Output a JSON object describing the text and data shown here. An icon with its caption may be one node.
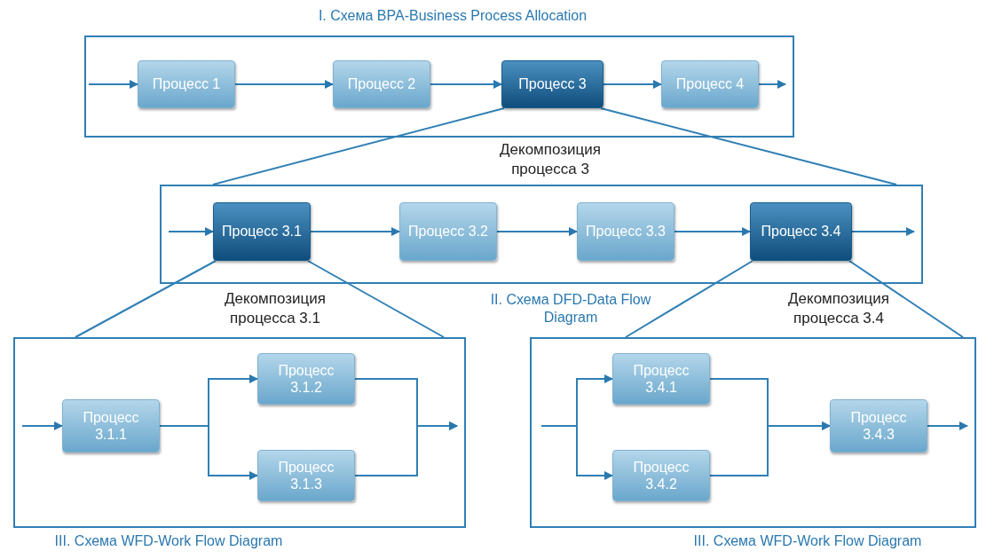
{
  "diagram": {
    "nodes": [
      {
        "text": [
          "I. Схема BPA-Business Process Allocation"
        ]
      },
      {
        "text": [
          "Процесс 1"
        ],
        "in": 0
      },
      {
        "text": [
          "Процесс 2"
        ],
        "in": 0
      },
      {
        "text": [
          "Процесс 3"
        ],
        "in": 0
      },
      {
        "text": [
          "Процесс 4"
        ],
        "in": 0
      },
      {
        "text": [
          "II. Схема DFD-Data Flow Diagram"
        ]
      },
      {
        "text": [
          "Процесс 3.1"
        ],
        "in": 5
      },
      {
        "text": [
          "Процесс 3.2"
        ],
        "in": 5
      },
      {
        "text": [
          "Процесс 3.3"
        ],
        "in": 5
      },
      {
        "text": [
          "Процесс 3.4"
        ],
        "in": 5
      },
      {
        "text": [
          "III. Схема WFD-Work Flow Diagram"
        ]
      },
      {
        "text": [
          "Процесс 3.1.1"
        ],
        "in": 10
      },
      {
        "text": [
          "Процесс 3.1.2"
        ],
        "in": 10
      },
      {
        "text": [
          "Процесс 3.1.3"
        ],
        "in": 10
      },
      {
        "text": [
          "III. Схема WFD-Work Flow Diagram"
        ]
      },
      {
        "text": [
          "Процесс 3.4.1"
        ],
        "in": 14
      },
      {
        "text": [
          "Процесс 3.4.2"
        ],
        "in": 14
      },
      {
        "text": [
          "Процесс 3.4.3"
        ],
        "in": 14
      }
    ],
    "edges": [
      {
        "from": null,
        "to": 1,
        "arrow": "to"
      },
      {
        "from": 1,
        "to": 2,
        "arrow": "to"
      },
      {
        "from": 2,
        "to": 3,
        "arrow": "to"
      },
      {
        "from": 3,
        "to": 4,
        "arrow": "to"
      },
      {
        "from": 4,
        "to": null,
        "arrow": "to"
      },
      {
        "from": null,
        "to": 6,
        "arrow": "to"
      },
      {
        "from": 6,
        "to": 7,
        "arrow": "to"
      },
      {
        "from": 7,
        "to": 8,
        "arrow": "to"
      },
      {
        "from": 8,
        "to": 9,
        "arrow": "to"
      },
      {
        "from": 9,
        "to": null,
        "arrow": "to"
      },
      {
        "from": null,
        "to": 11,
        "arrow": "to"
      },
      {
        "from": 11,
        "to": 12,
        "arrow": "to"
      },
      {
        "from": 11,
        "to": 13,
        "arrow": "to"
      },
      {
        "from": 12,
        "to": null,
        "arrow": "to"
      },
      {
        "from": 13,
        "to": null,
        "arrow": "to"
      },
      {
        "from": null,
        "to": 15,
        "arrow": "to"
      },
      {
        "from": null,
        "to": 16,
        "arrow": "to"
      },
      {
        "from": 15,
        "to": 17,
        "arrow": "to"
      },
      {
        "from": 16,
        "to": 17,
        "arrow": "to"
      },
      {
        "from": 17,
        "to": null,
        "arrow": "to"
      },
      {
        "from": 3,
        "to": 5,
        "arrow": "none"
      },
      {
        "from": 3,
        "to": 5,
        "arrow": "none"
      },
      {
        "from": 6,
        "to": 10,
        "arrow": "none"
      },
      {
        "from": 6,
        "to": 10,
        "arrow": "none"
      },
      {
        "from": 9,
        "to": 14,
        "arrow": "none"
      },
      {
        "from": 9,
        "to": 14,
        "arrow": "none"
      }
    ],
    "labels": [
      "Декомпозиция процесса 3",
      "Декомпозиция процесса 3.1",
      "Декомпозиция процесса 3.4"
    ]
  }
}
